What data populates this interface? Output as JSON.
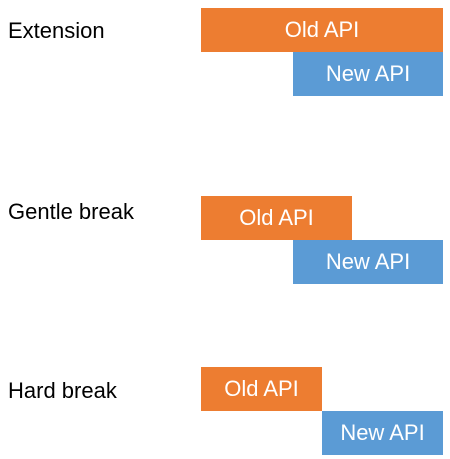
{
  "rows": [
    {
      "label": "Extension",
      "old_label": "Old API",
      "new_label": "New API"
    },
    {
      "label": "Gentle break",
      "old_label": "Old API",
      "new_label": "New API"
    },
    {
      "label": "Hard break",
      "old_label": "Old API",
      "new_label": "New API"
    }
  ],
  "colors": {
    "old_api": "#ED7D31",
    "new_api": "#5B9BD5"
  }
}
